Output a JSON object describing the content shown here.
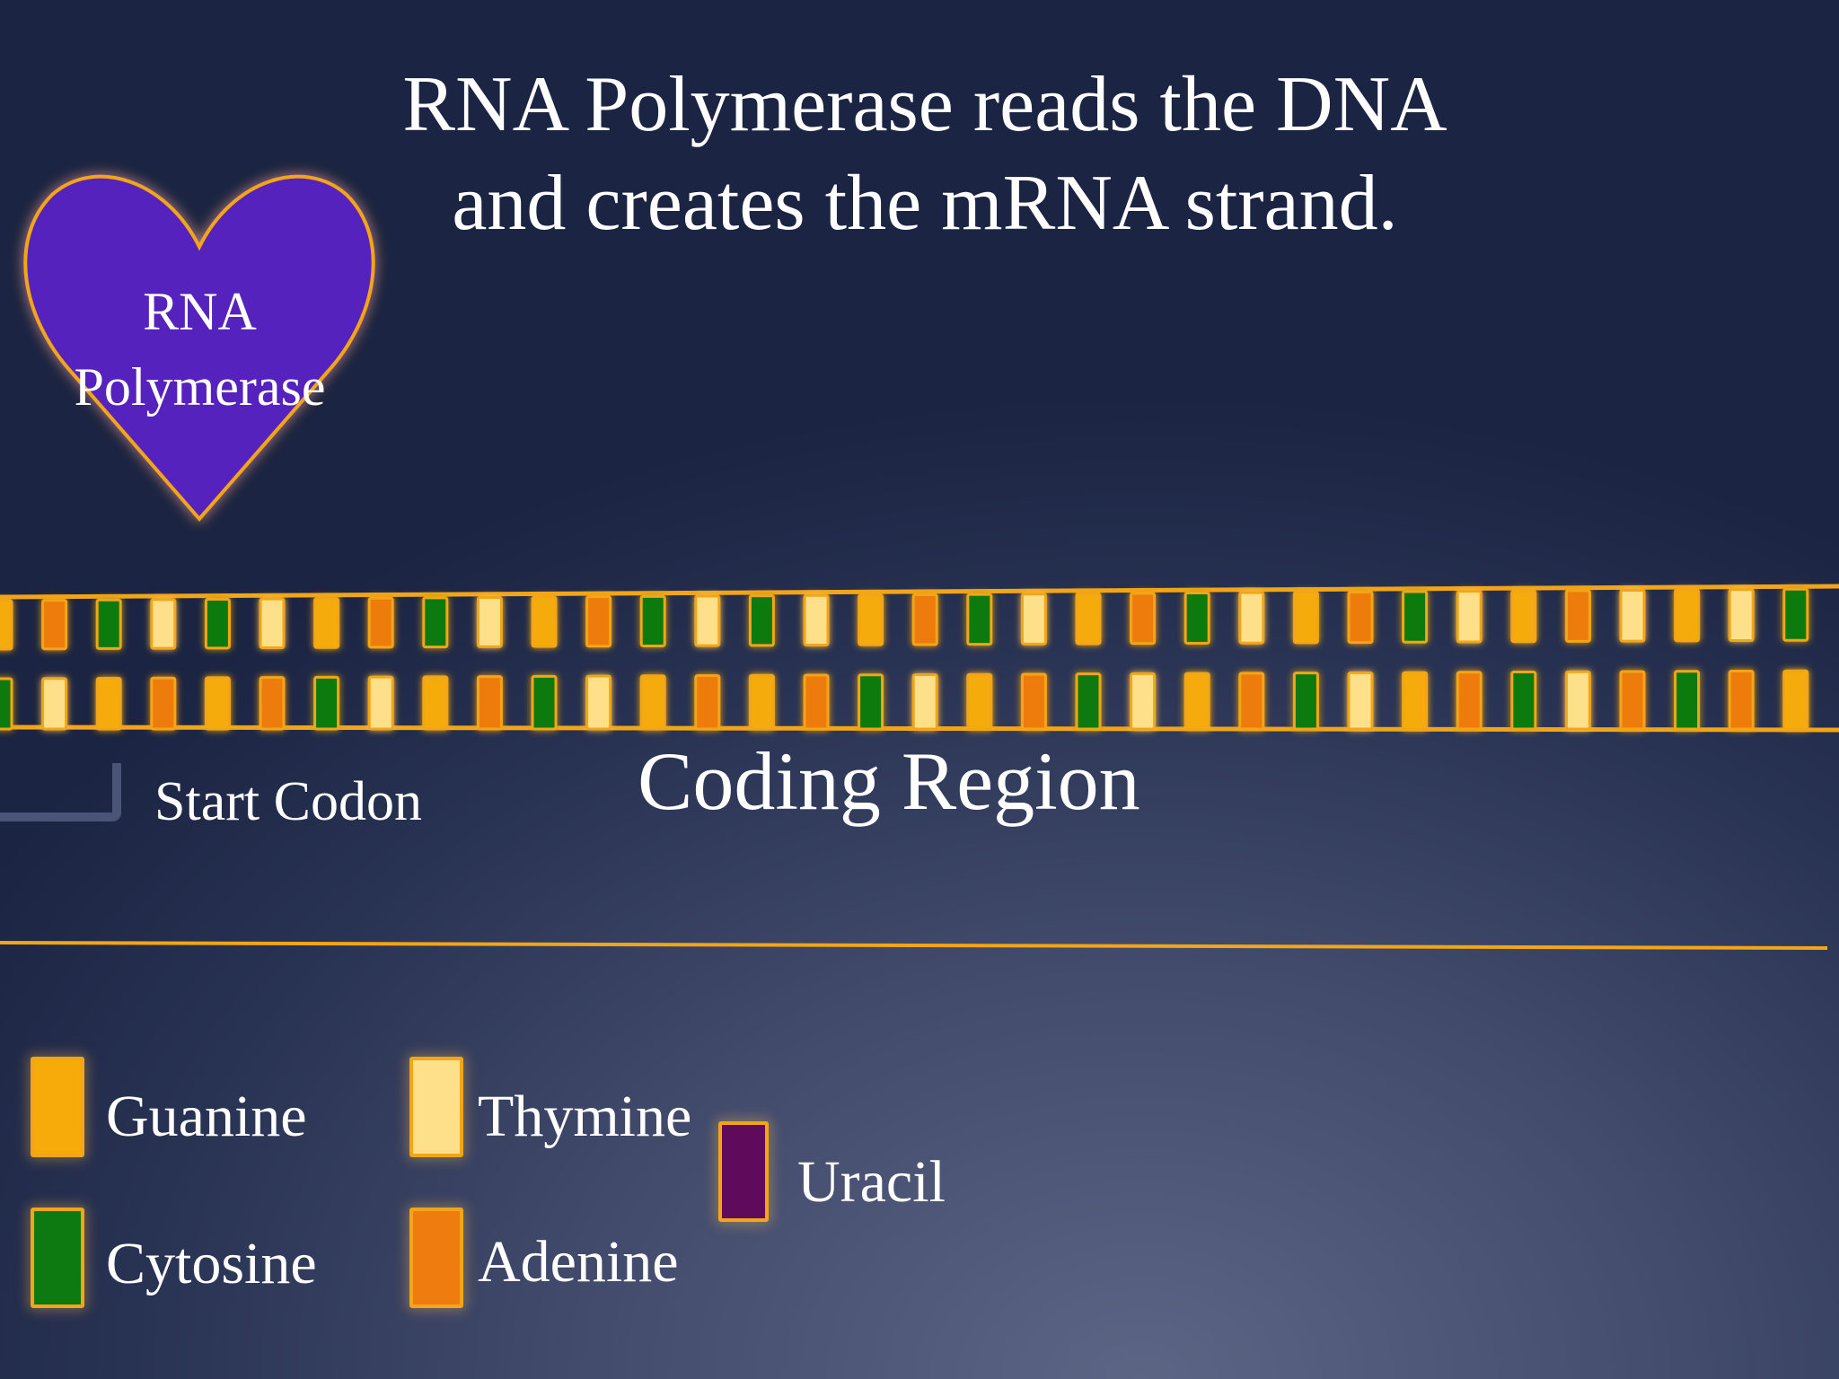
{
  "title": {
    "line1": "RNA Polymerase reads the DNA",
    "line2": "and creates the mRNA strand."
  },
  "enzyme": {
    "line1": "RNA",
    "line2": "Polymerase",
    "shape": "heart",
    "fill_color": "#5423bd",
    "outline_color": "#f2a617"
  },
  "labels": {
    "start_codon": "Start Codon",
    "coding_region": "Coding Region"
  },
  "colors": {
    "guanine": "#f6ab0a",
    "cytosine": "#0c7a10",
    "thymine": "#ffe08a",
    "adenine": "#ee7c0e",
    "uracil": "#600a5c",
    "backbone": "#f2a617"
  },
  "legend": [
    {
      "name": "Guanine",
      "color": "#f6ab0a"
    },
    {
      "name": "Thymine",
      "color": "#ffe08a"
    },
    {
      "name": "Uracil",
      "color": "#600a5c"
    },
    {
      "name": "Cytosine",
      "color": "#0c7a10"
    },
    {
      "name": "Adenine",
      "color": "#ee7c0e"
    }
  ],
  "dna": {
    "top_strand": [
      "G",
      "A",
      "C",
      "T",
      "C",
      "T",
      "G",
      "A",
      "C",
      "T",
      "G",
      "A",
      "C",
      "T",
      "C",
      "T",
      "G",
      "A",
      "C",
      "T",
      "G",
      "A",
      "C",
      "T",
      "G",
      "A",
      "C",
      "T",
      "G",
      "A",
      "T",
      "G",
      "T",
      "C"
    ],
    "bottom_strand": [
      "C",
      "T",
      "G",
      "A",
      "G",
      "A",
      "C",
      "T",
      "G",
      "A",
      "C",
      "T",
      "G",
      "A",
      "G",
      "A",
      "C",
      "T",
      "G",
      "A",
      "C",
      "T",
      "G",
      "A",
      "C",
      "T",
      "G",
      "A",
      "C",
      "T",
      "A",
      "C",
      "A",
      "G"
    ]
  }
}
